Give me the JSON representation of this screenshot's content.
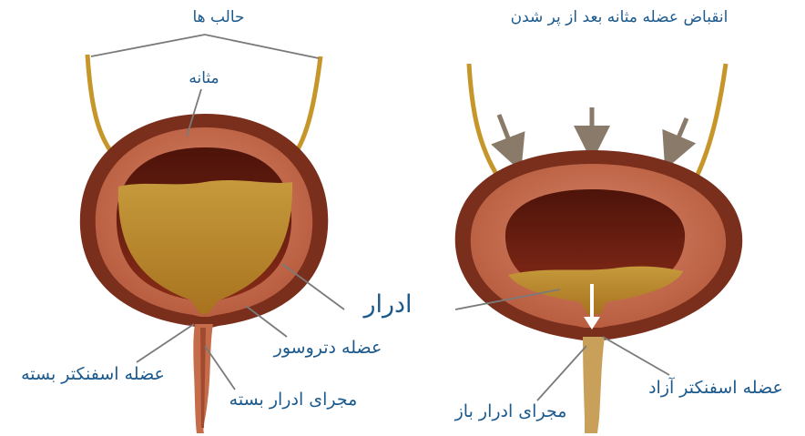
{
  "labels": {
    "ureters": "حالب ها",
    "contraction": "انقباض عضله مثانه بعد از پر شدن",
    "bladder": "مثانه",
    "urine": "ادرار",
    "detrusor": "عضله دتروسور",
    "closed_sphincter": "عضله اسفنکتر بسته",
    "closed_urethra": "مجرای ادرار بسته",
    "open_sphincter": "عضله اسفنکتر آزاد",
    "open_urethra": "مجرای ادرار باز"
  },
  "colors": {
    "label_text": "#1c5a8e",
    "outer_wall": "#7a2e1c",
    "muscle": "#c9714e",
    "inner_cavity": "#6e1f12",
    "urine": "#b8892a",
    "ureter": "#c7962b",
    "leader_line": "#7a7a7a",
    "arrow": "#8a7a6a"
  }
}
